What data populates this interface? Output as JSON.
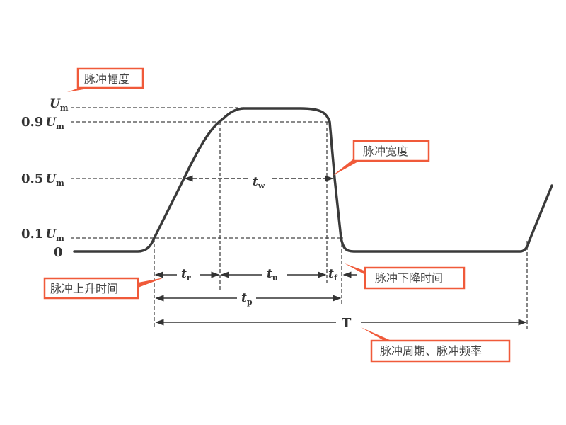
{
  "y_labels": {
    "um": {
      "main": "U",
      "sub": "m"
    },
    "u09": {
      "prefix": "0.9",
      "main": "U",
      "sub": "m"
    },
    "u05": {
      "prefix": "0.5",
      "main": "U",
      "sub": "m"
    },
    "u01": {
      "prefix": "0.1",
      "main": "U",
      "sub": "m"
    },
    "zero": "0"
  },
  "time_labels": {
    "tw": {
      "main": "t",
      "sub": "w"
    },
    "tr": {
      "main": "t",
      "sub": "r"
    },
    "tu": {
      "main": "t",
      "sub": "u"
    },
    "tf": {
      "main": "t",
      "sub": "f"
    },
    "tp": {
      "main": "t",
      "sub": "p"
    },
    "T": "T"
  },
  "callouts": {
    "amplitude": "脉冲幅度",
    "width": "脉冲宽度",
    "rise_time": "脉冲上升时间",
    "fall_time": "脉冲下降时间",
    "period": "脉冲周期、脉冲频率"
  },
  "colors": {
    "callout": "#f05a3a",
    "line": "#3a3a3a"
  }
}
